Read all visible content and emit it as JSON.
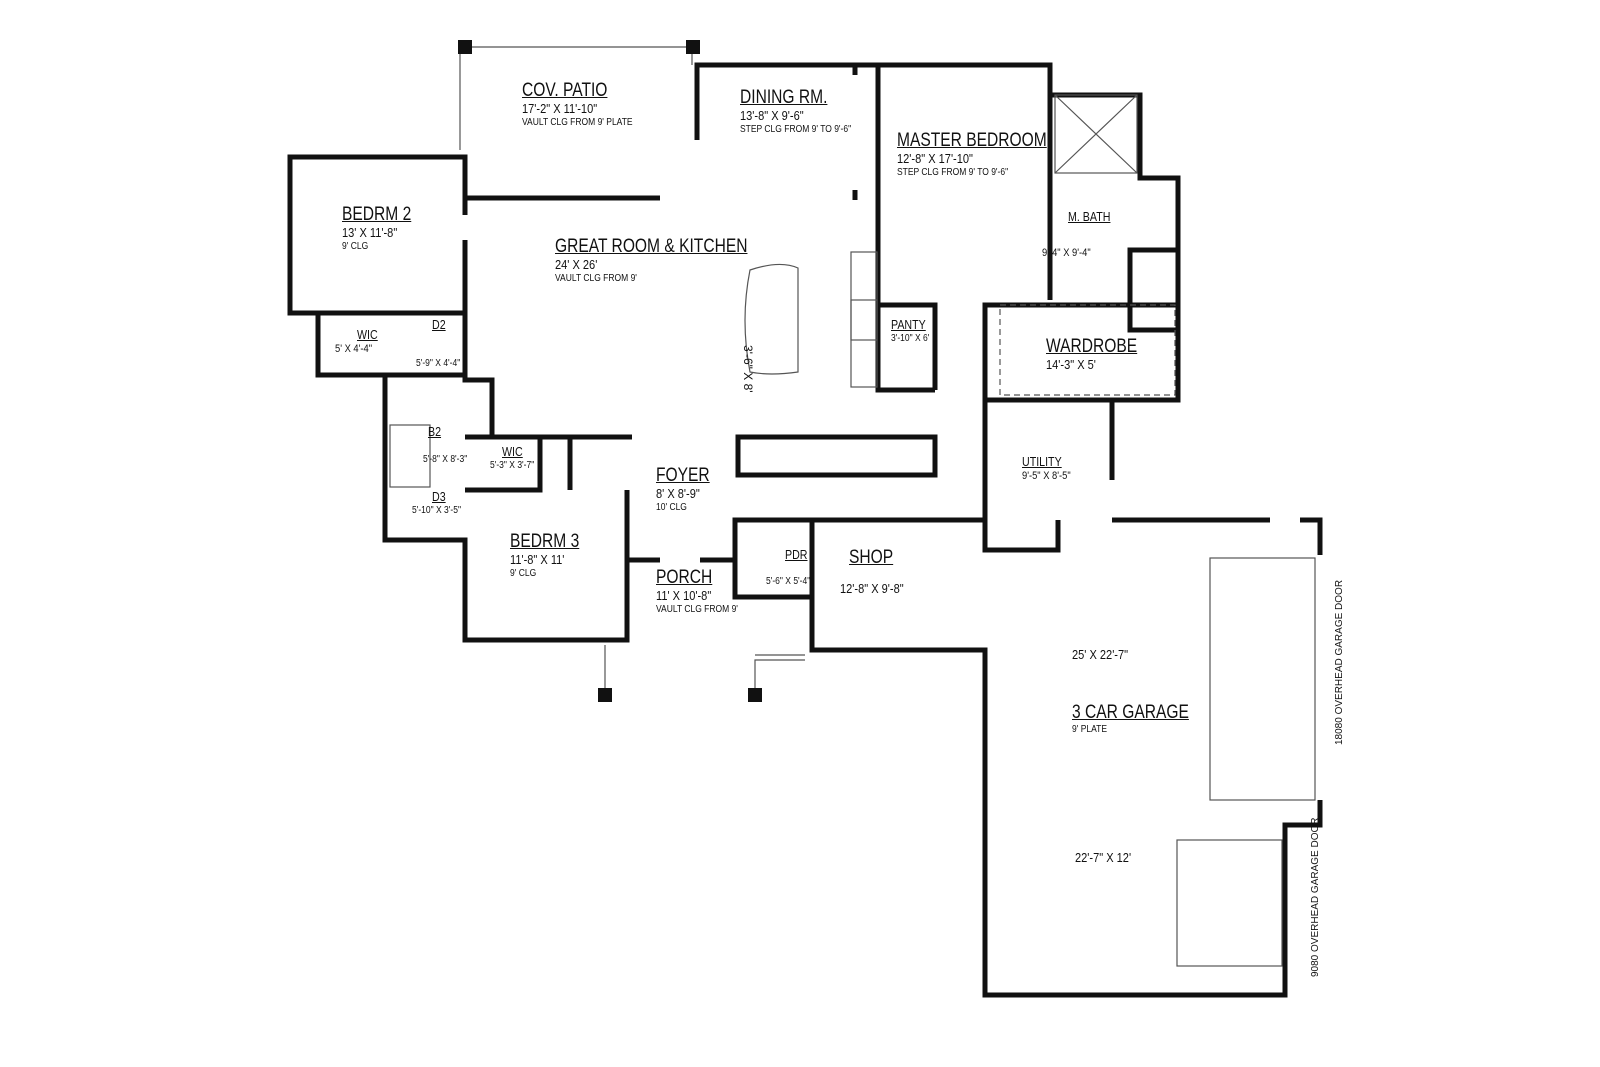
{
  "rooms": {
    "cov_patio": {
      "name": "COV. PATIO",
      "dims": "17'-2\" X 11'-10\"",
      "note": "VAULT CLG FROM 9' PLATE"
    },
    "dining": {
      "name": "DINING RM.",
      "dims": "13'-8\" X 9'-6\"",
      "note": "STEP CLG FROM 9' TO 9'-6\""
    },
    "master_bedroom": {
      "name": "MASTER BEDROOM",
      "dims": "12'-8\" X 17'-10\"",
      "note": "STEP CLG FROM 9' TO 9'-6\""
    },
    "master_bath": {
      "name": "M. BATH",
      "dims": "9'-4\" X 9'-4\""
    },
    "bedrm2": {
      "name": "BEDRM 2",
      "dims": "13' X 11'-8\"",
      "note": "9' CLG"
    },
    "great_room": {
      "name": "GREAT ROOM & KITCHEN",
      "dims": "24' X 26'",
      "note": "VAULT CLG FROM 9'"
    },
    "island": {
      "dims": "3'-6\" X 8'"
    },
    "panty": {
      "name": "PANTY",
      "dims": "3'-10\" X 6'"
    },
    "wardrobe": {
      "name": "WARDROBE",
      "dims": "14'-3\" X 5'"
    },
    "wic1": {
      "name": "WIC",
      "dims": "5' X 4'-4\""
    },
    "d2": {
      "name": "D2",
      "dims": "5'-9\" X 4'-4\""
    },
    "b2": {
      "name": "B2",
      "dims": "5'-8\" X 8'-3\""
    },
    "wic2": {
      "name": "WIC",
      "dims": "5'-3\" X 3'-7\""
    },
    "d3": {
      "name": "D3",
      "dims": "5'-10\" X 3'-5\""
    },
    "utility": {
      "name": "UTILITY",
      "dims": "9'-5\" X 8'-5\""
    },
    "foyer": {
      "name": "FOYER",
      "dims": "8' X 8'-9\"",
      "note": "10' CLG"
    },
    "bedrm3": {
      "name": "BEDRM 3",
      "dims": "11'-8\" X 11'",
      "note": "9' CLG"
    },
    "porch": {
      "name": "PORCH",
      "dims": "11' X 10'-8\"",
      "note": "VAULT CLG FROM 9'"
    },
    "pdr": {
      "name": "PDR",
      "dims": "5'-6\" X 5'-4\""
    },
    "shop": {
      "name": "SHOP",
      "dims": "12'-8\" X 9'-8\""
    },
    "garage": {
      "name": "3 CAR GARAGE",
      "dims_main": "25' X 22'-7\"",
      "note": "9' PLATE",
      "dims_bay": "22'-7\" X 12'"
    }
  },
  "garage_doors": {
    "door1": "18080 OVERHEAD GARAGE DOOR",
    "door2": "9080 OVERHEAD GARAGE DOOR"
  }
}
